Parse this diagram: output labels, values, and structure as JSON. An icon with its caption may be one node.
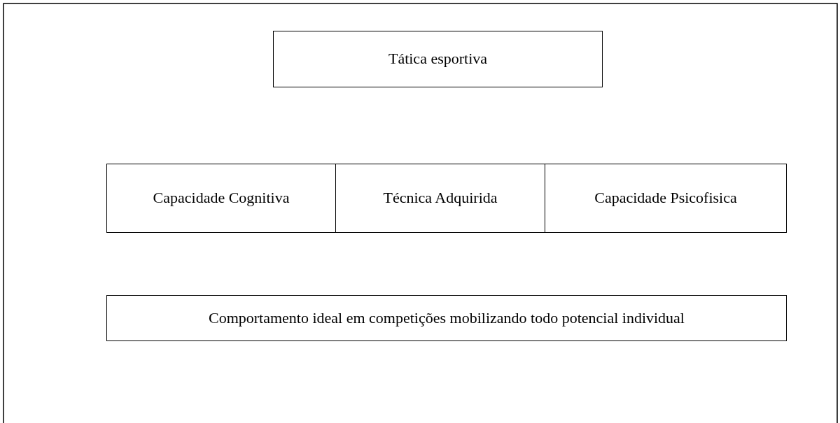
{
  "diagram": {
    "nodes": [
      {
        "text": [
          "Tática esportiva"
        ]
      },
      {
        "text": [
          "Capacidade Cognitiva"
        ]
      },
      {
        "text": [
          "Técnica Adquirida"
        ]
      },
      {
        "text": [
          "Capacidade Psicofisica"
        ]
      },
      {
        "text": [
          "Comportamento ideal em competições mobilizando todo potencial individual"
        ]
      }
    ]
  }
}
